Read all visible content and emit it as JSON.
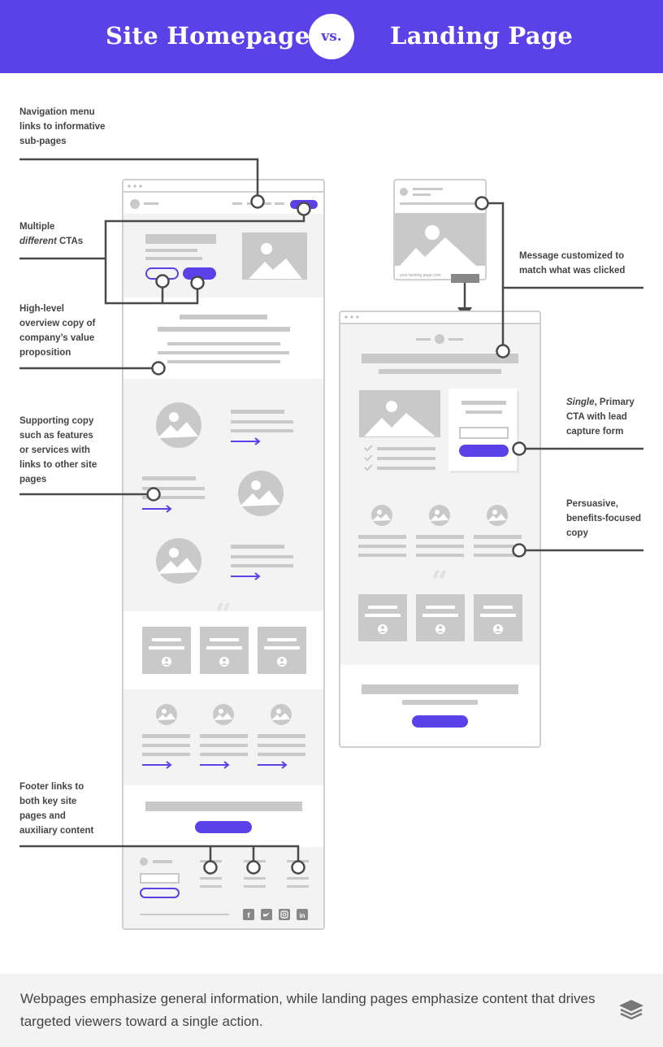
{
  "header": {
    "left_title": "Site Homepage",
    "vs": "vs.",
    "right_title": "Landing Page"
  },
  "annotations": {
    "nav": "Navigation menu links to informative sub-pages",
    "ctas_before": "Multiple",
    "ctas_italic": "different",
    "ctas_after": "CTAs",
    "overview": "High-level overview copy of company’s value proposition",
    "supporting": "Supporting copy such as features or services with links to other site pages",
    "footer_links": "Footer links to both key site pages and auxiliary content",
    "message": "Message customized to match what was clicked",
    "single_italic": "Single",
    "single_rest": ", Primary CTA with lead capture form",
    "persuasive": "Persuasive, benefits-focused copy"
  },
  "ad": {
    "url_text": "your landing page.com"
  },
  "footer": {
    "caption": "Webpages emphasize general information, while landing pages emphasize content that drives targeted viewers toward a single action."
  },
  "social_icons": [
    "f",
    "t",
    "ig",
    "in"
  ],
  "colors": {
    "accent": "#5a41e8",
    "wire": "#c9c9c9",
    "panel": "#f3f3f3",
    "callout": "#4a4a4a",
    "text": "#444444"
  }
}
